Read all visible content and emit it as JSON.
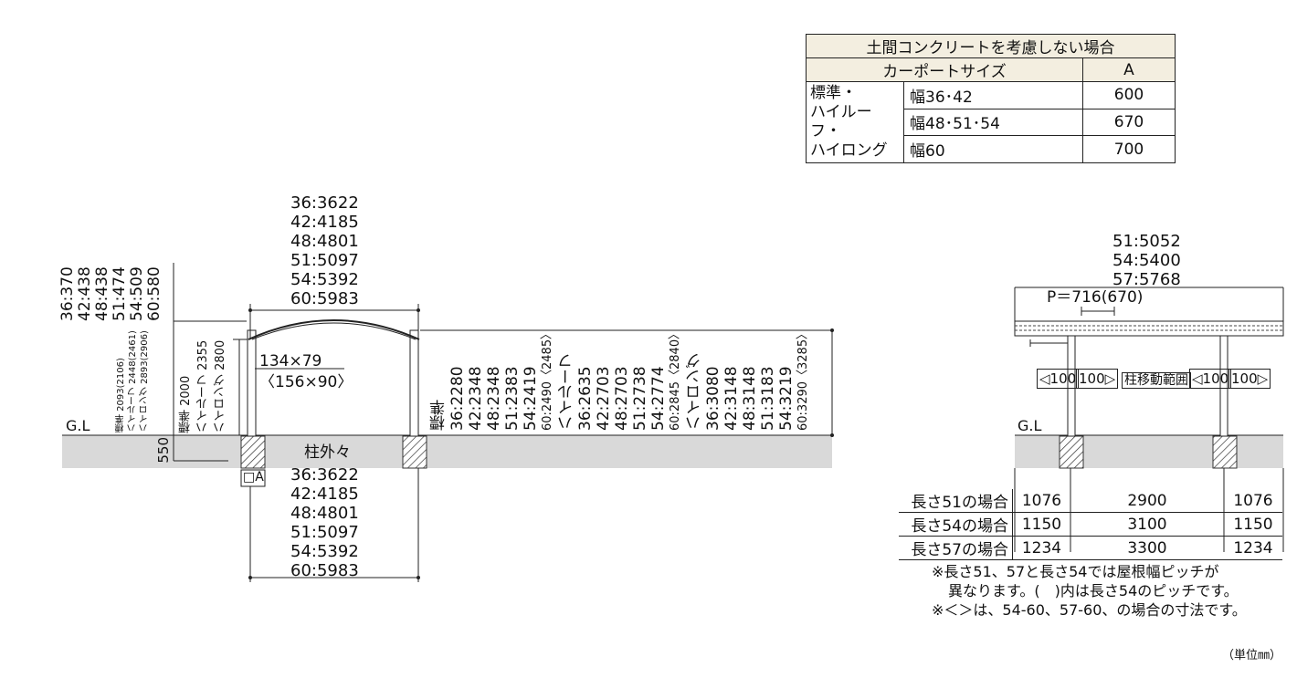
{
  "roof_table": {
    "title": "土間コンクリートを考慮しない場合",
    "col_size": "カーポートサイズ",
    "col_a": "A",
    "group_lines": [
      "標準・",
      "ハイルーフ・",
      "ハイロング"
    ],
    "rows": [
      {
        "size": "幅36･42",
        "a": "600"
      },
      {
        "size": "幅48･51･54",
        "a": "670"
      },
      {
        "size": "幅60",
        "a": "700"
      }
    ]
  },
  "front": {
    "width_top": [
      "36:3622",
      "42:4185",
      "48:4801",
      "51:5097",
      "54:5392",
      "60:5983"
    ],
    "width_bottom": [
      "36:3622",
      "42:4185",
      "48:4801",
      "51:5097",
      "54:5392",
      "60:5983"
    ],
    "bottom_label": "柱外々",
    "left_top_cols": [
      "36:370",
      "42:438",
      "48:438",
      "51:474",
      "54:509",
      "60:580"
    ],
    "left_small_cols": [
      "標準   2093(2106)",
      "ハイルーフ 2448(2461)",
      "ハイロング 2893(2906)"
    ],
    "left_height_cols": [
      "標準    2000",
      "ハイルーフ  2355",
      "ハイロング  2800"
    ],
    "foundation_depth": "550",
    "post_size_1": "134×79",
    "post_size_2": "〈156×90〉",
    "gl": "G.L",
    "box_a": "□A",
    "right_cols": [
      "標準",
      "36:2280",
      "42:2348",
      "48:2348",
      "51:2383",
      "54:2419",
      "60:2490〈2485〉",
      "ハイルーフ",
      "36:2635",
      "42:2703",
      "48:2703",
      "51:2738",
      "54:2774",
      "60:2845〈2840〉",
      "ハイロング",
      "36:3080",
      "42:3148",
      "48:3148",
      "51:3183",
      "54:3219",
      "60:3290〈3285〉"
    ]
  },
  "side": {
    "length_top": [
      "51:5052",
      "54:5400",
      "57:5768"
    ],
    "pitch": "P＝716(670)",
    "arrow_100": "100",
    "move_range": "柱移動範囲",
    "gl": "G.L",
    "length_table": [
      {
        "label": "長さ51の場合",
        "left": "1076",
        "mid": "2900",
        "right": "1076"
      },
      {
        "label": "長さ54の場合",
        "left": "1150",
        "mid": "3100",
        "right": "1150"
      },
      {
        "label": "長さ57の場合",
        "left": "1234",
        "mid": "3300",
        "right": "1234"
      }
    ]
  },
  "notes": [
    "※長さ51、57と長さ54では屋根幅ピッチが",
    "異なります。(　)内は長さ54のピッチです。",
    "※＜＞は、54-60、57-60、の場合の寸法です。"
  ],
  "unit": "（単位㎜）"
}
